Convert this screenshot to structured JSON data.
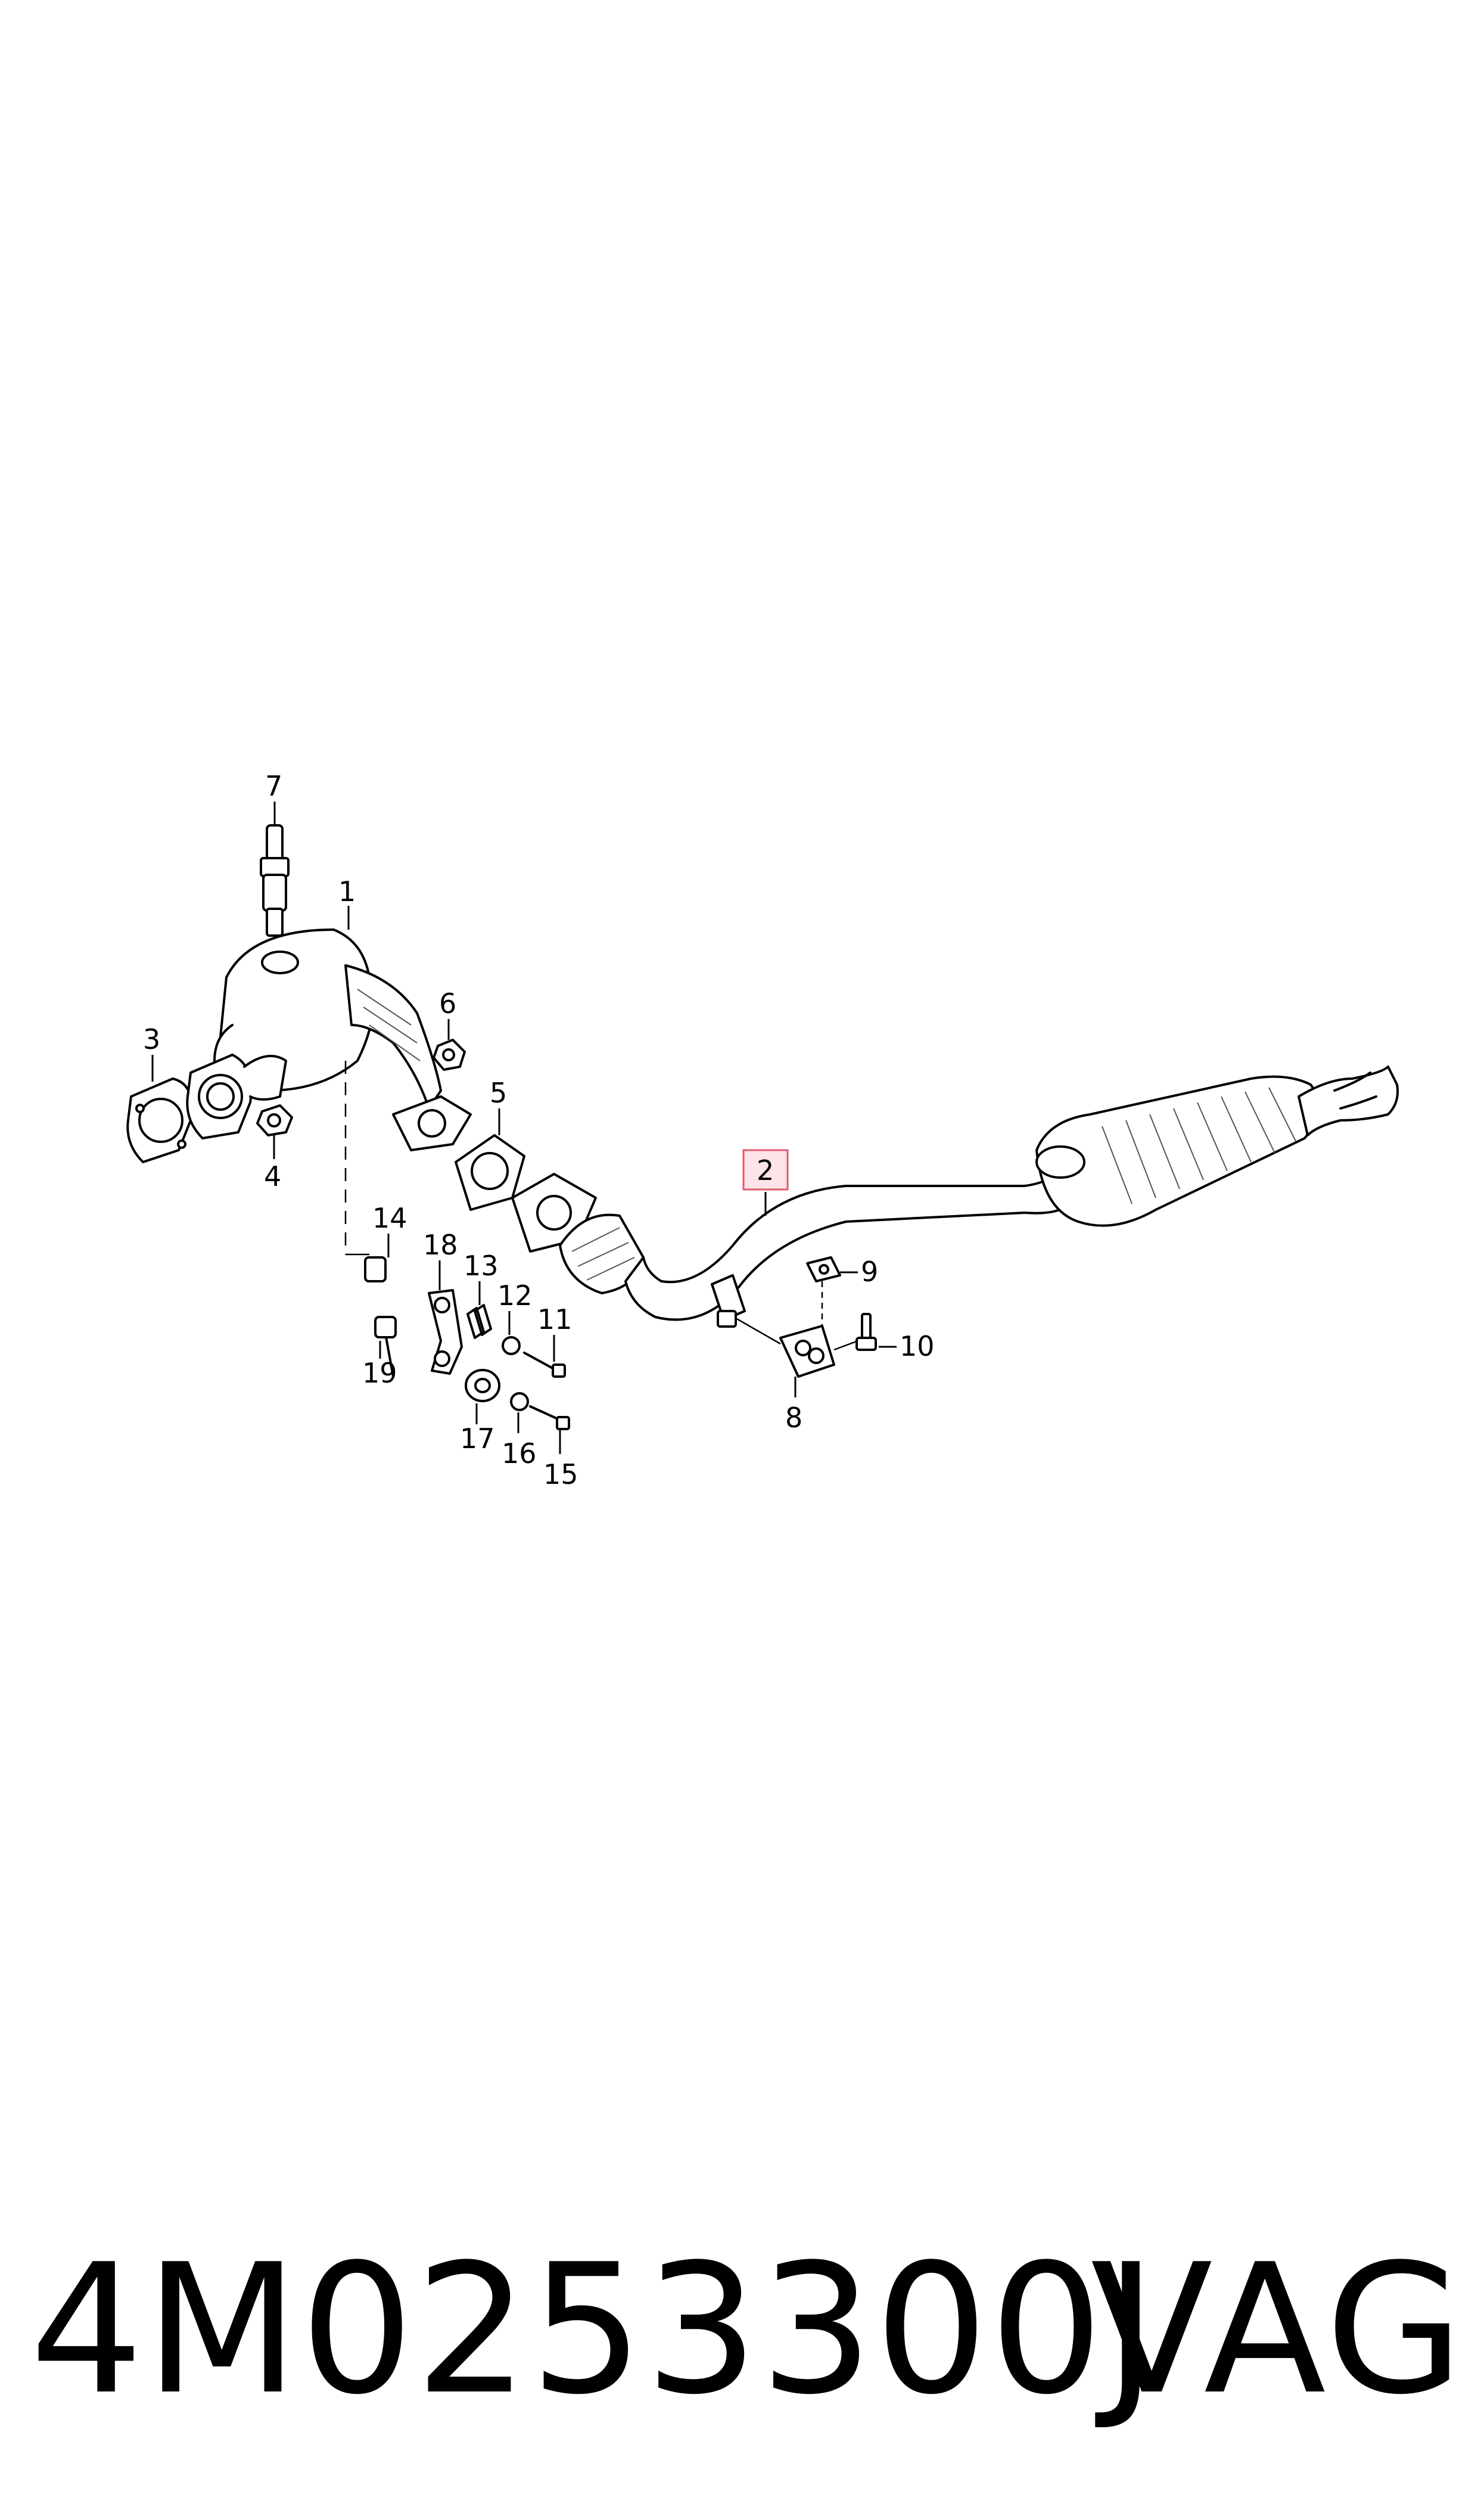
{
  "diagram": {
    "callouts": [
      "1",
      "2",
      "3",
      "4",
      "5",
      "6",
      "7",
      "8",
      "9",
      "10",
      "11",
      "12",
      "13",
      "14",
      "15",
      "16",
      "17",
      "18",
      "19"
    ],
    "highlighted_callout": "2",
    "highlight_color": "#e05a6e"
  },
  "footer": {
    "part_number": "4M0253300J",
    "brand": "VAG"
  }
}
